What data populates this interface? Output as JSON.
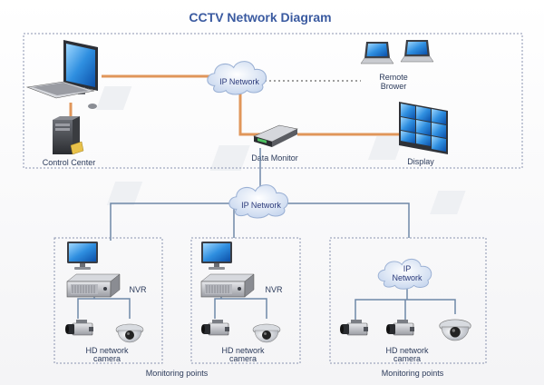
{
  "title": "CCTV Network Diagram",
  "nodes": {
    "control_center": "Control Center",
    "ip_network_top": "IP Network",
    "remote_browser_line1": "Remote",
    "remote_browser_line2": "Brower",
    "data_monitor": "Data Monitor",
    "display": "Display",
    "ip_network_mid": "IP Network",
    "nvr_1": "NVR",
    "nvr_2": "NVR",
    "ip_network_small_line1": "IP",
    "ip_network_small_line2": "Network",
    "camera_1_line1": "HD network",
    "camera_1_line2": "camera",
    "camera_2_line1": "HD network",
    "camera_2_line2": "camera",
    "camera_3_line1": "HD network",
    "camera_3_line2": "camera"
  },
  "groups": {
    "monitoring_left": "Monitoring points",
    "monitoring_right": "Monitoring points"
  },
  "colors": {
    "title": "#3a5aa0",
    "orange_link": "#e0965a",
    "blue_link": "#6f88a8",
    "dash_border": "#8a94b0"
  },
  "icons": [
    "computer-icon",
    "server-tower-icon",
    "cloud-icon",
    "laptop-icon",
    "data-monitor-icon",
    "video-wall-icon",
    "nvr-icon",
    "box-camera-icon",
    "dome-camera-icon"
  ]
}
